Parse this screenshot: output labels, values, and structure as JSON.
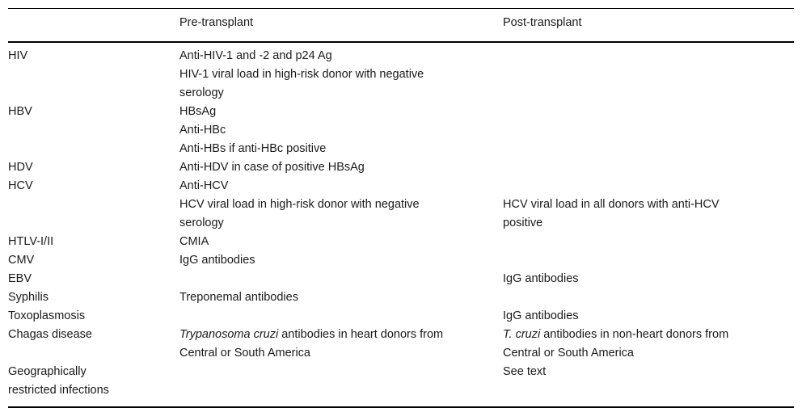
{
  "table": {
    "columns": [
      "",
      "Pre-transplant",
      "Post-transplant"
    ],
    "rows": [
      {
        "agent": [
          "HIV"
        ],
        "pre": [
          "Anti-HIV-1 and -2 and p24 Ag",
          "HIV-1 viral load in high-risk donor with negative",
          "serology"
        ],
        "post": []
      },
      {
        "agent": [
          "HBV"
        ],
        "pre": [
          "HBsAg",
          "Anti-HBc",
          "Anti-HBs if anti-HBc positive"
        ],
        "post": []
      },
      {
        "agent": [
          "HDV"
        ],
        "pre": [
          "Anti-HDV in case of positive HBsAg"
        ],
        "post": []
      },
      {
        "agent": [
          "HCV"
        ],
        "pre": [
          "Anti-HCV",
          "HCV viral load in high-risk donor with negative",
          "serology"
        ],
        "post": [
          "",
          "HCV viral load in all donors with anti-HCV",
          "positive"
        ]
      },
      {
        "agent": [
          "HTLV-I/II"
        ],
        "pre": [
          "CMIA"
        ],
        "post": []
      },
      {
        "agent": [
          "CMV"
        ],
        "pre": [
          "IgG antibodies"
        ],
        "post": []
      },
      {
        "agent": [
          "EBV"
        ],
        "pre": [],
        "post": [
          "IgG antibodies"
        ]
      },
      {
        "agent": [
          "Syphilis"
        ],
        "pre": [
          "Treponemal antibodies"
        ],
        "post": []
      },
      {
        "agent": [
          "Toxoplasmosis"
        ],
        "pre": [],
        "post": [
          "IgG antibodies"
        ]
      },
      {
        "agent": [
          "Chagas disease"
        ],
        "pre_html": [
          "<i>Trypanosoma cruzi</i> antibodies in heart donors from",
          "Central or South America"
        ],
        "post_html": [
          "<i>T. cruzi</i> antibodies in non-heart donors from",
          "Central or South America"
        ]
      },
      {
        "agent": [
          "Geographically",
          "restricted infections"
        ],
        "pre": [],
        "post": [
          "See text"
        ]
      }
    ]
  }
}
